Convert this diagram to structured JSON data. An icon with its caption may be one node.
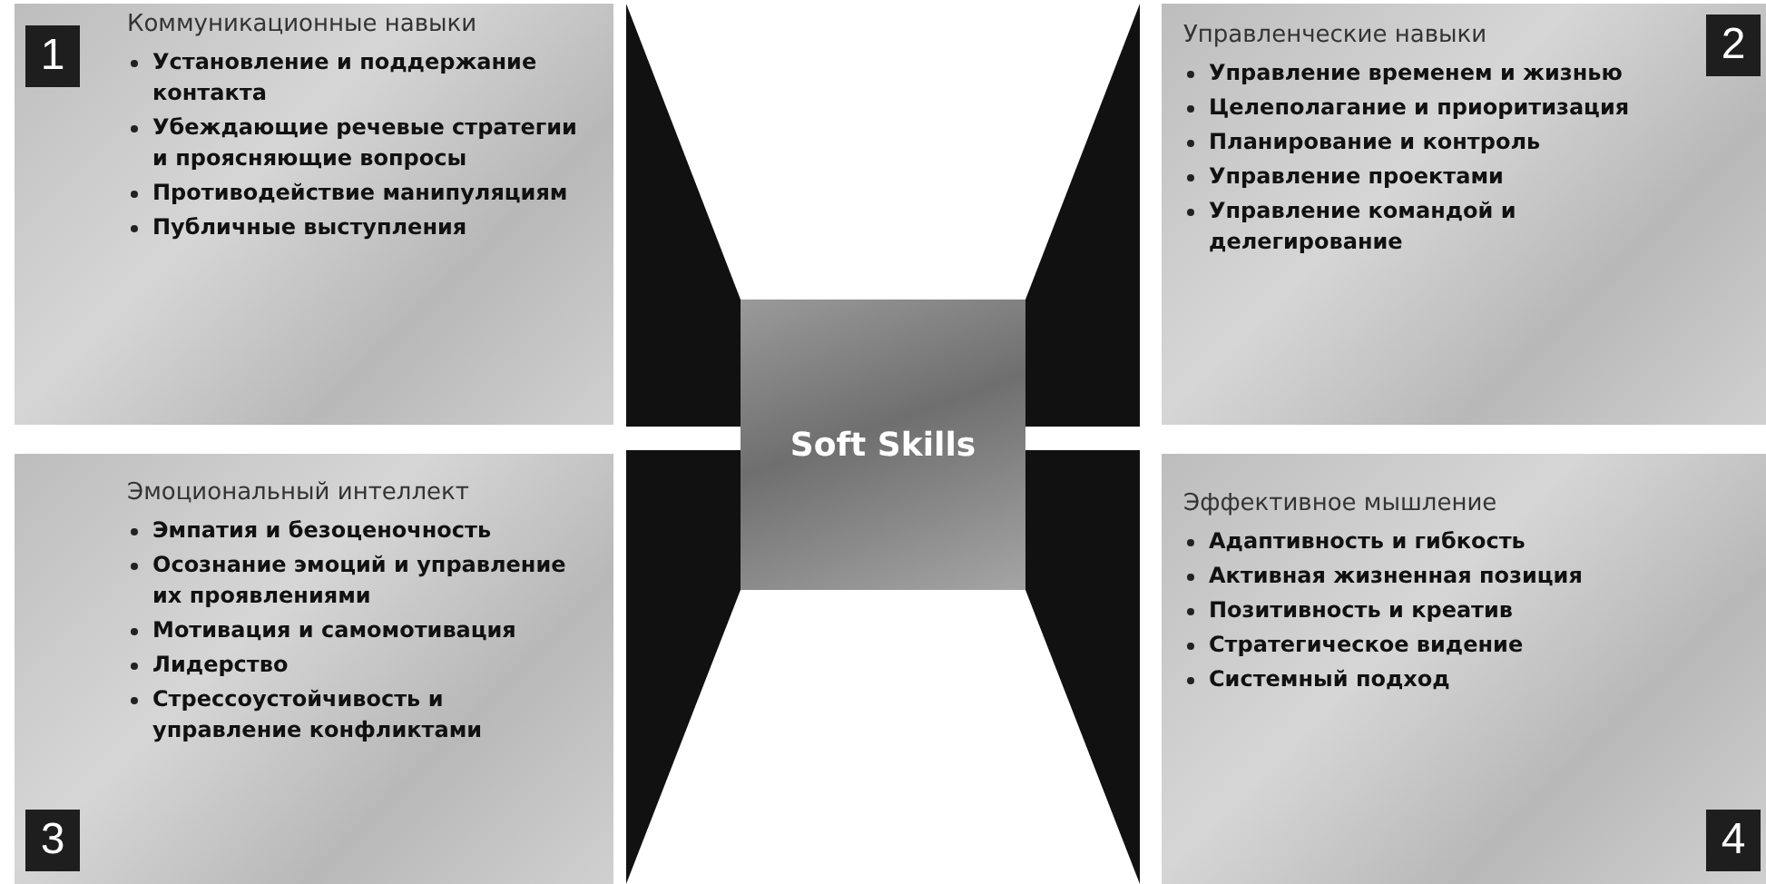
{
  "diagram": {
    "nodes": [
      {
        "text": [
          "Коммуникационные навыки",
          "Установление и поддержание контакта",
          "Убеждающие речевые стратегии и проясняющие вопросы",
          "Противодействие манипуляциям",
          "Публичные выступления"
        ]
      },
      {
        "text": [
          "1"
        ],
        "in": 0
      },
      {
        "text": [
          "Управленческие навыки",
          "Управление временем и жизнью",
          "Целеполагание и приоритизация",
          "Планирование и контроль",
          "Управление проектами",
          "Управление командой и делегирование"
        ]
      },
      {
        "text": [
          "2"
        ],
        "in": 2
      },
      {
        "text": [
          "Soft Skills"
        ]
      },
      {
        "text": [
          "Эмоциональный интеллект",
          "Эмпатия и безоценочность",
          "Осознание эмоций и управление их проявлениями",
          "Мотивация и самомотивация",
          "Лидерство",
          "Стрессоустойчивость и управление конфликтами"
        ]
      },
      {
        "text": [
          "3"
        ],
        "in": 5
      },
      {
        "text": [
          "Эффективное мышление",
          "Адаптивность и гибкость",
          "Активная жизненная позиция",
          "Позитивность и креатив",
          "Стратегическое видение",
          "Системный подход"
        ]
      },
      {
        "text": [
          "4"
        ],
        "in": 7
      }
    ]
  }
}
